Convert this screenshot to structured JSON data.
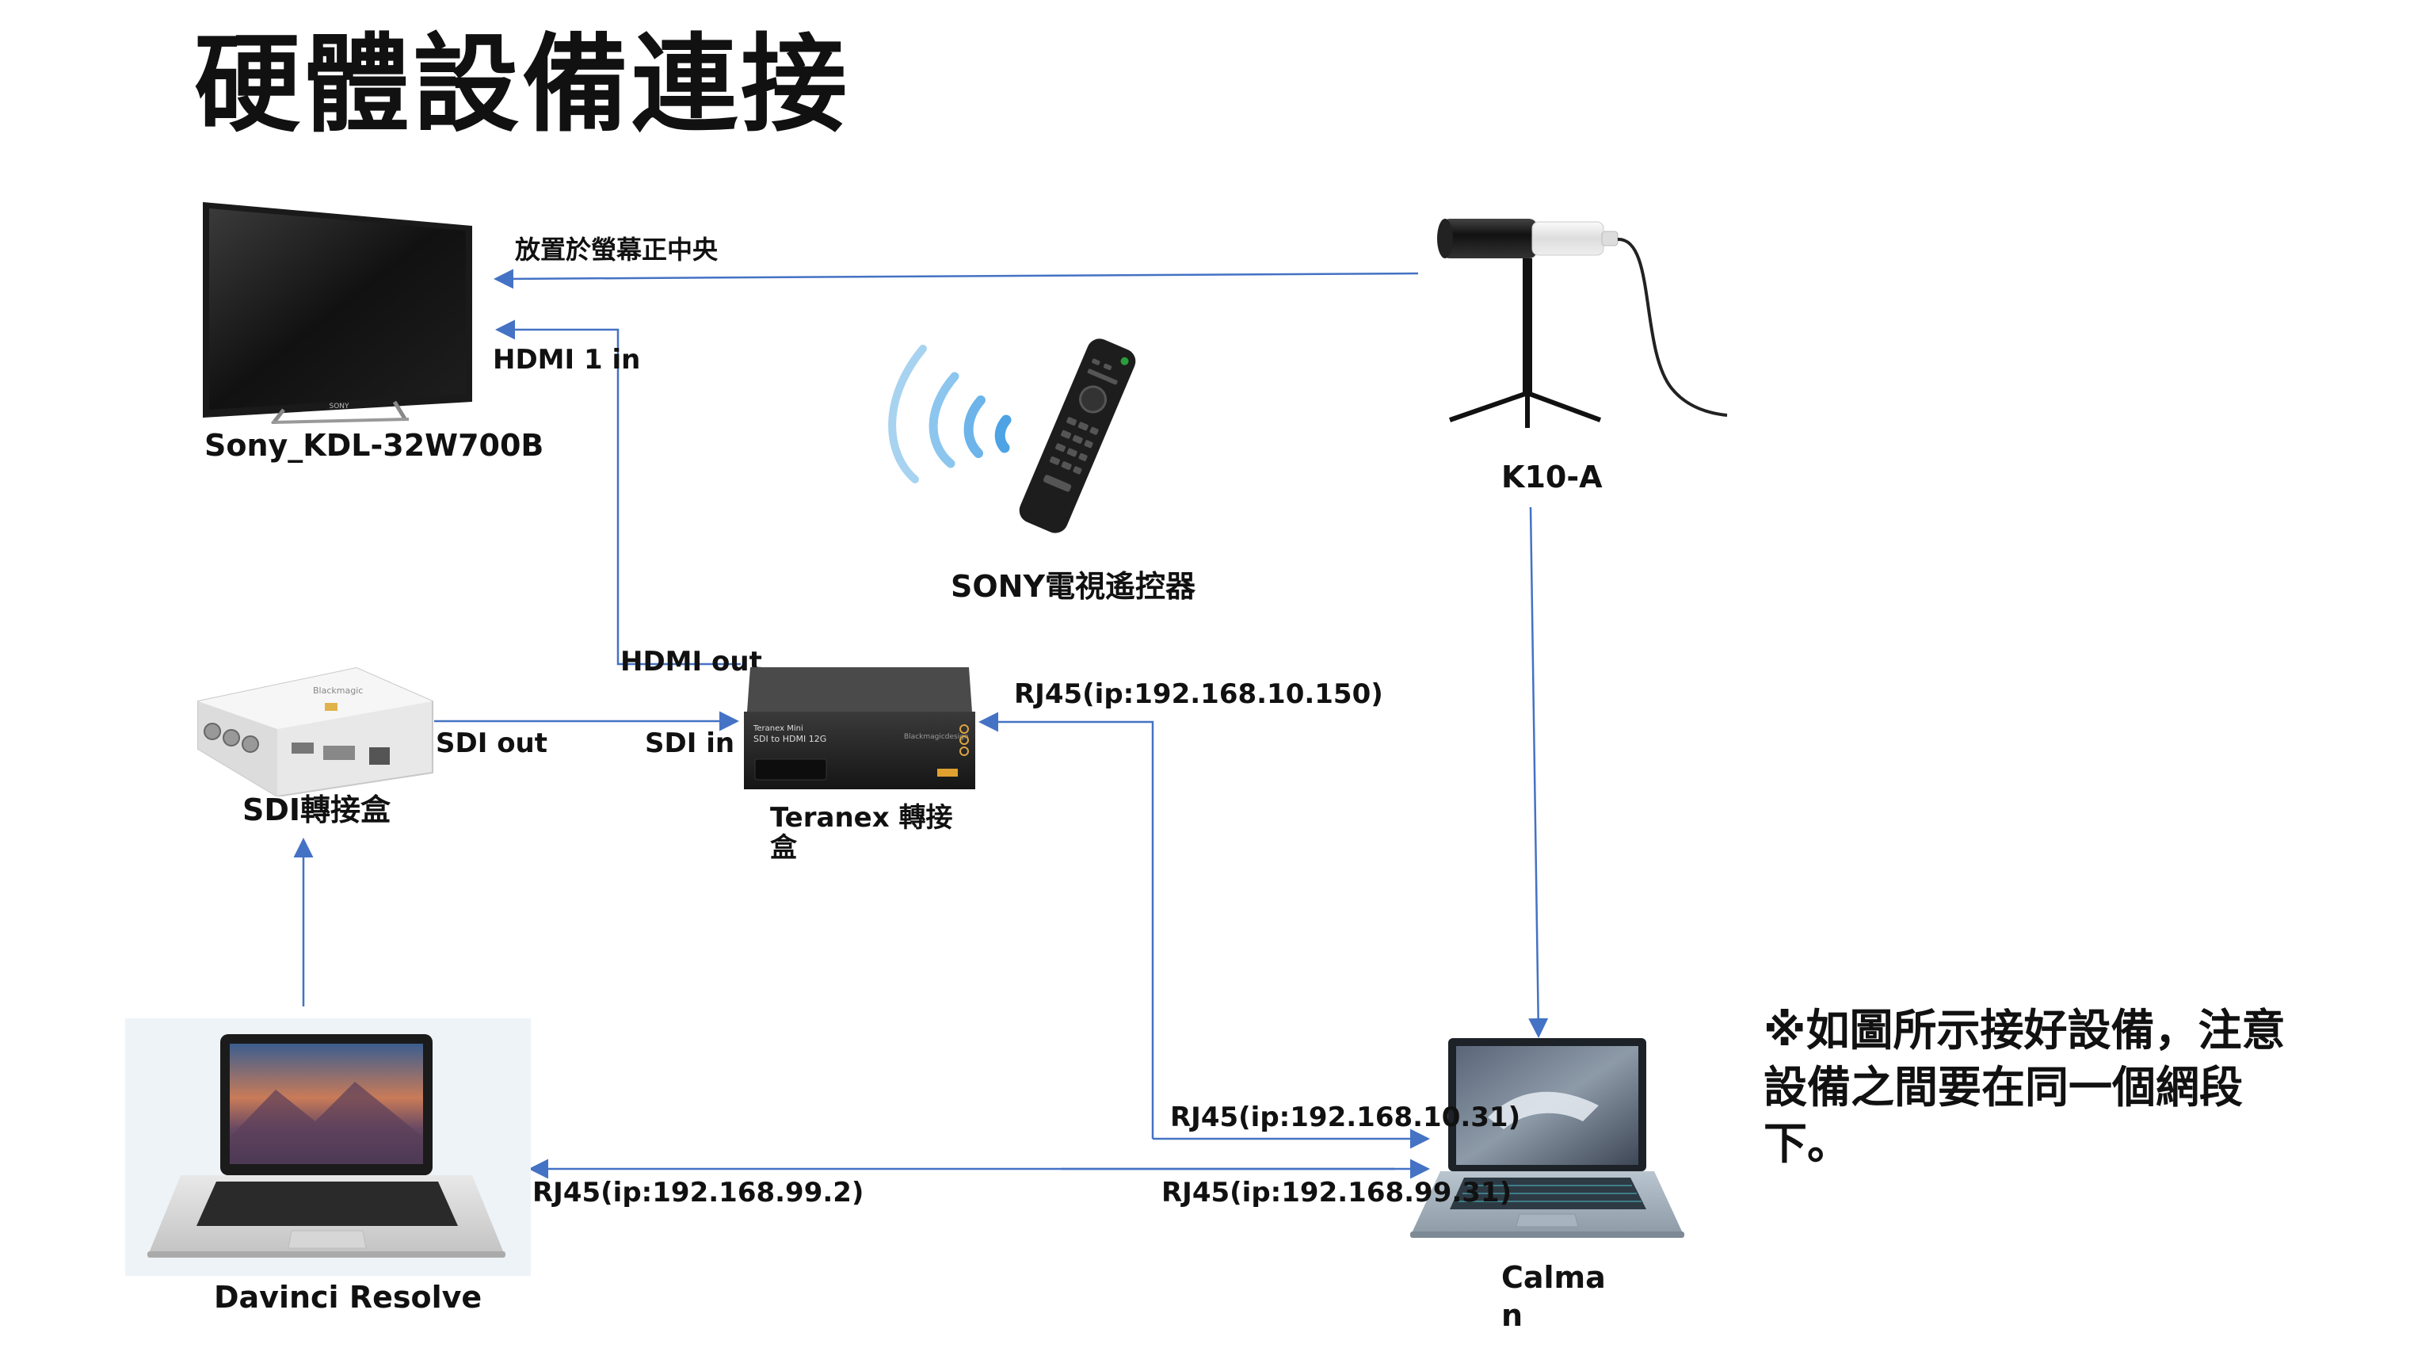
{
  "title": "硬體設備連接",
  "devices": {
    "tv": "Sony_KDL-32W700B",
    "probe": "K10-A",
    "remote": "SONY電視遙控器",
    "sdi_box": "SDI轉接盒",
    "teranex_line1": "Teranex 轉接",
    "teranex_line2": "盒",
    "davinci": "Davinci Resolve",
    "calman_line1": "Calma",
    "calman_line2": "n"
  },
  "connections": {
    "probe_to_tv": "放置於螢幕正中央",
    "hdmi_in": "HDMI 1 in",
    "hdmi_out": "HDMI out",
    "sdi_out": "SDI out",
    "sdi_in": "SDI in",
    "rj45_teranex": "RJ45(ip:192.168.10.150)",
    "rj45_calman_10": "RJ45(ip:192.168.10.31)",
    "rj45_davinci": "RJ45(ip:192.168.99.2)",
    "rj45_calman_99": "RJ45(ip:192.168.99.31)"
  },
  "teranex_face": {
    "brand_line1": "Teranex Mini",
    "brand_line2": "SDI to HDMI 12G",
    "maker": "Blackmagicdesign"
  },
  "sdi_face": {
    "maker": "Blackmagic"
  },
  "tv_face": {
    "brand": "SONY"
  },
  "note": "※如圖所示接好設備，注意設備之間要在同一個網段下。",
  "colors": {
    "wire": "#4472c4",
    "text": "#111111"
  }
}
